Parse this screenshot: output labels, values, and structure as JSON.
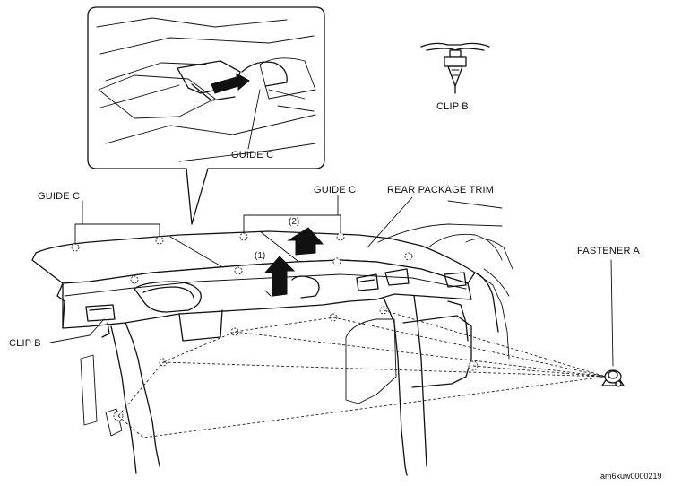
{
  "labels": {
    "guide_c_inset": "GUIDE C",
    "guide_c_left": "GUIDE C",
    "guide_c_right": "GUIDE C",
    "rear_package_trim": "REAR PACKAGE TRIM",
    "clip_b_top": "CLIP B",
    "clip_b_left": "CLIP B",
    "fastener_a": "FASTENER A",
    "step_1": "(1)",
    "step_2": "(2)"
  },
  "reference_code": "am6xuw0000219"
}
